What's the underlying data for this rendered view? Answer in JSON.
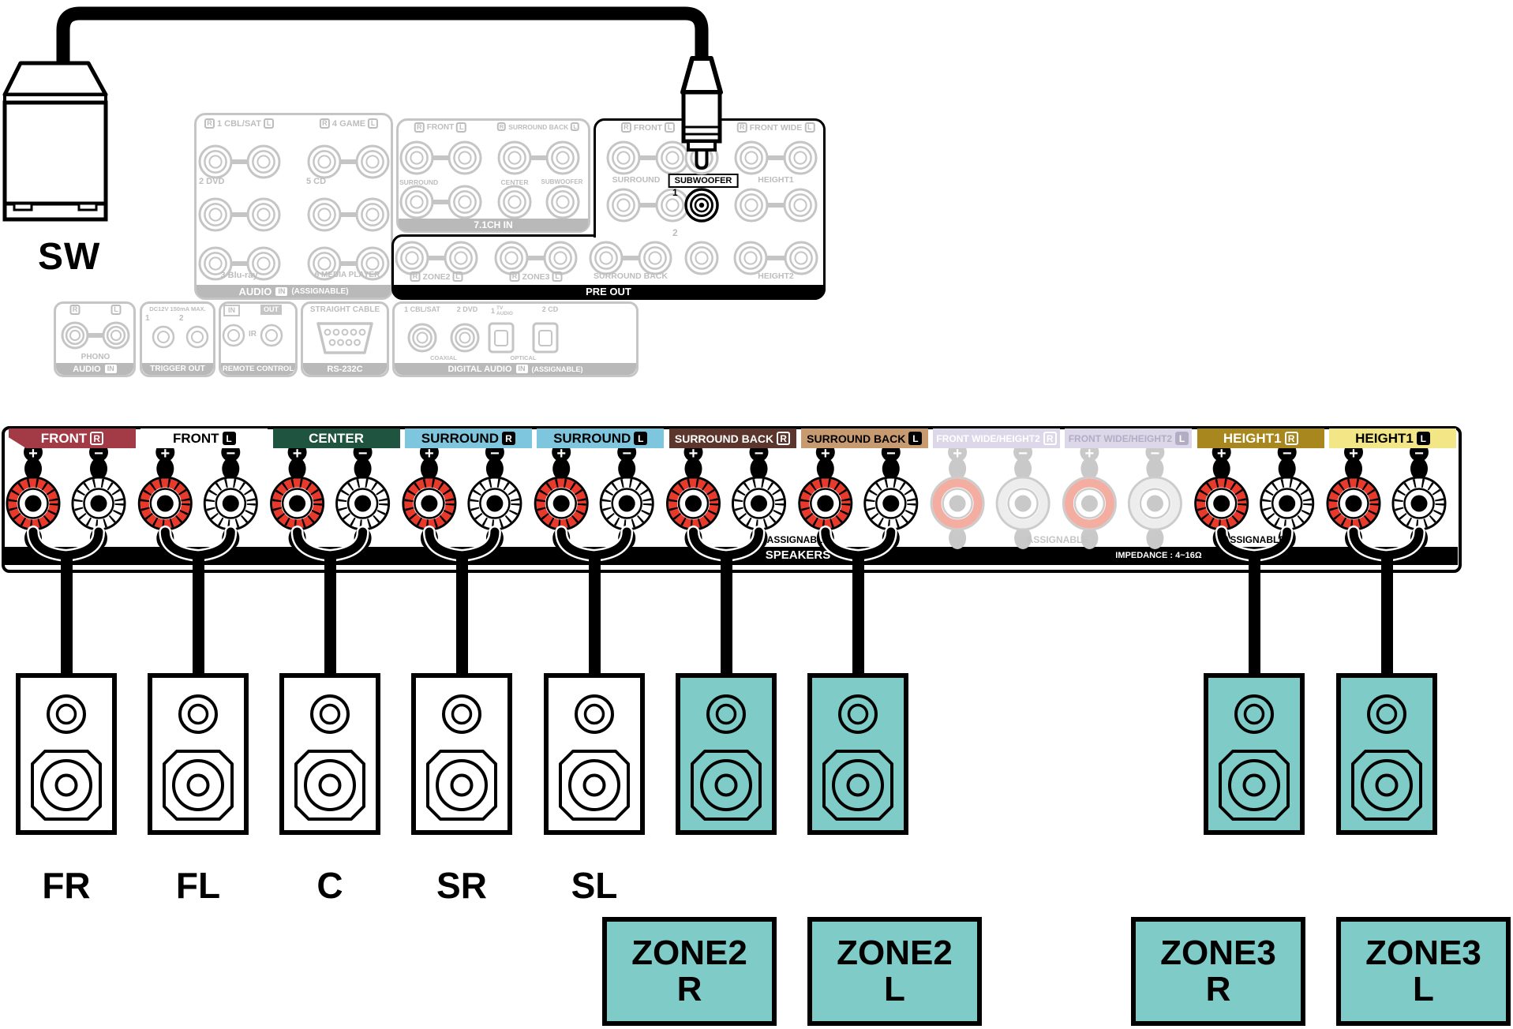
{
  "sw_label": "SW",
  "colors": {
    "teal": "#7FCBC7",
    "post_red": "#E8392B",
    "post_red_faded": "#F3AEA1",
    "gray_line": "#C5C5C5",
    "gray_text": "#BDBDBD",
    "band_gray": "#B9B9B9"
  },
  "rear": {
    "audio": {
      "row1": [
        {
          "r": "R",
          "label": "1 CBL/SAT",
          "l": "L"
        },
        {
          "r": "R",
          "label": "4 GAME",
          "l": "L"
        }
      ],
      "row2": [
        "2 DVD",
        "5 CD"
      ],
      "row3": [
        "3 Blu-ray",
        "6 MEDIA PLAYER"
      ],
      "band": {
        "a": "AUDIO",
        "in": "IN",
        "b": "(ASSIGNABLE)"
      }
    },
    "ch71": {
      "row1": [
        {
          "r": "R",
          "label": "FRONT",
          "l": "L"
        },
        {
          "r": "R",
          "label": "SURROUND BACK",
          "l": "L"
        }
      ],
      "row2": [
        "SURROUND",
        "CENTER",
        "SUBWOOFER"
      ],
      "band": "7.1CH IN"
    },
    "preout": {
      "row1": [
        {
          "r": "R",
          "label": "FRONT",
          "l": "L"
        },
        {
          "r": "R",
          "label": "FRONT WIDE",
          "l": "L"
        }
      ],
      "sub_box": "SUBWOOFER",
      "sub1": "1",
      "sub2": "2",
      "row2": [
        "SURROUND",
        "HEIGHT1"
      ],
      "row3_pairs": [
        {
          "r": "R",
          "label": "ZONE2",
          "l": "L"
        },
        {
          "r": "R",
          "label": "ZONE3",
          "l": "L"
        }
      ],
      "row3_labels": [
        "SURROUND BACK",
        "HEIGHT2"
      ],
      "band": "PRE OUT"
    },
    "phono": {
      "r": "R",
      "l": "L",
      "name": "PHONO",
      "band": {
        "a": "AUDIO",
        "in": "IN"
      }
    },
    "trigger": {
      "title": "DC12V 150mA MAX.",
      "j1": "1",
      "j2": "2",
      "band": "TRIGGER OUT"
    },
    "remote": {
      "in": "IN",
      "out": "OUT",
      "ir": "IR",
      "band": "REMOTE CONTROL"
    },
    "rs232": {
      "title": "STRAIGHT CABLE",
      "band": "RS-232C"
    },
    "digital": {
      "l1": "1 CBL/SAT",
      "l2": "2 DVD",
      "l3n": "1",
      "l3a": "TV",
      "l3b": "AUDIO",
      "l4": "2 CD",
      "coaxial": "COAXIAL",
      "optical": "OPTICAL",
      "band": {
        "a": "DIGITAL AUDIO",
        "in": "IN",
        "b": "(ASSIGNABLE)"
      }
    }
  },
  "strip": {
    "plus": "+",
    "minus": "−",
    "speakers_band": "SPEAKERS",
    "impedance": "IMPEDANCE : 4~16Ω",
    "assignable1": "ASSIGNABLE",
    "assignable2": "ASSIGNABLE",
    "assignable3": "ASSIGNABLE",
    "channels": [
      {
        "label": "FRONT",
        "side": "R",
        "bg": "#A23B46",
        "fg": "#FFFFFF",
        "box": "outline",
        "fs": 17,
        "active": true,
        "cable": true
      },
      {
        "label": "FRONT",
        "side": "L",
        "bg": "#FFFFFF",
        "fg": "#000000",
        "box": "filled",
        "fs": 17,
        "active": true,
        "cable": true
      },
      {
        "label": "CENTER",
        "side": "",
        "bg": "#1E5440",
        "fg": "#FFFFFF",
        "box": "none",
        "fs": 17,
        "active": true,
        "cable": true
      },
      {
        "label": "SURROUND",
        "side": "R",
        "bg": "#7EC5DE",
        "fg": "#000000",
        "box": "filled",
        "fs": 17,
        "active": true,
        "cable": true
      },
      {
        "label": "SURROUND",
        "side": "L",
        "bg": "#7EC5DE",
        "fg": "#000000",
        "box": "filled",
        "fs": 17,
        "active": true,
        "cable": true
      },
      {
        "label": "SURROUND BACK",
        "side": "R",
        "bg": "#5C352C",
        "fg": "#FFFFFF",
        "box": "outline",
        "fs": 14,
        "active": true,
        "cable": true
      },
      {
        "label": "SURROUND BACK",
        "side": "L",
        "bg": "#C79A6F",
        "fg": "#000000",
        "box": "filled",
        "fs": 14,
        "active": true,
        "cable": true
      },
      {
        "label": "FRONT WIDE/HEIGHT2",
        "side": "R",
        "bg": "#DCD8EA",
        "fg": "#FFFFFF",
        "box": "outline",
        "fs": 12,
        "active": false,
        "cable": false
      },
      {
        "label": "FRONT WIDE/HEIGHT2",
        "side": "L",
        "bg": "#DCD8EA",
        "fg": "#B3ADC4",
        "box": "filledgray",
        "fs": 12,
        "active": false,
        "cable": false
      },
      {
        "label": "HEIGHT1",
        "side": "R",
        "bg": "#A7871E",
        "fg": "#FFFFFF",
        "box": "outline",
        "fs": 17,
        "active": true,
        "cable": true
      },
      {
        "label": "HEIGHT1",
        "side": "L",
        "bg": "#F2E687",
        "fg": "#000000",
        "box": "filled",
        "fs": 17,
        "active": true,
        "cable": true
      }
    ]
  },
  "bottom": {
    "speaker_labels": [
      "FR",
      "FL",
      "C",
      "SR",
      "SL"
    ],
    "zones": [
      {
        "line1": "ZONE2",
        "line2": "R"
      },
      {
        "line1": "ZONE2",
        "line2": "L"
      },
      {
        "line1": "ZONE3",
        "line2": "R"
      },
      {
        "line1": "ZONE3",
        "line2": "L"
      }
    ]
  }
}
